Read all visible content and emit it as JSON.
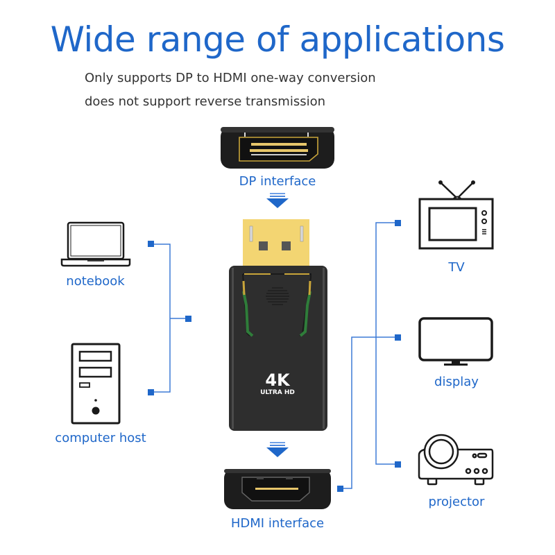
{
  "header": {
    "title": "Wide range of applications",
    "subtitle_line1": "Only supports DP to HDMI one-way conversion",
    "subtitle_line2": "does not support reverse transmission"
  },
  "ports": {
    "dp_label": "DP interface",
    "hdmi_label": "HDMI interface"
  },
  "adapter": {
    "badge_main": "4K",
    "badge_sub": "ULTRA HD"
  },
  "sources": [
    {
      "label": "notebook",
      "icon": "laptop-icon"
    },
    {
      "label": "computer host",
      "icon": "desktop-tower-icon"
    }
  ],
  "outputs": [
    {
      "label": "TV",
      "icon": "tv-icon"
    },
    {
      "label": "display",
      "icon": "monitor-icon"
    },
    {
      "label": "projector",
      "icon": "projector-icon"
    }
  ],
  "colors": {
    "accent": "#1f67c9",
    "gold": "#f3d572",
    "body": "#2b2b2b"
  }
}
